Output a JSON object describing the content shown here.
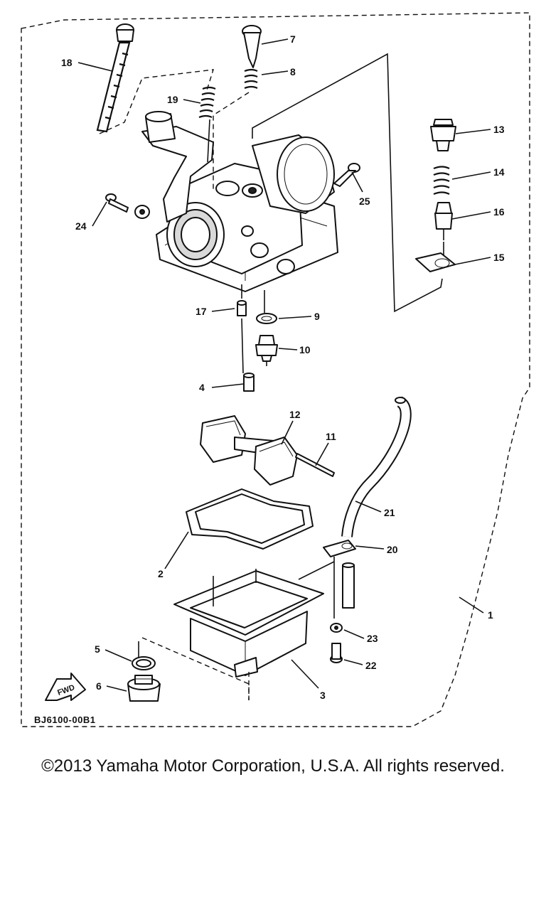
{
  "diagram": {
    "code": "BJ6100-00B1",
    "fwd_label": "FWD",
    "callouts": [
      "1",
      "2",
      "3",
      "4",
      "5",
      "6",
      "7",
      "8",
      "9",
      "10",
      "11",
      "12",
      "13",
      "14",
      "15",
      "16",
      "17",
      "18",
      "19",
      "20",
      "21",
      "22",
      "23",
      "24",
      "25"
    ]
  },
  "footer": {
    "copyright": "©2013 Yamaha Motor Corporation, U.S.A. All rights reserved."
  }
}
